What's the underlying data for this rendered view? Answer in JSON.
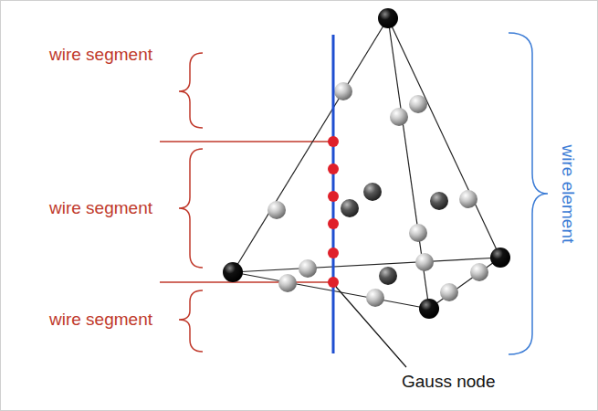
{
  "diagram": {
    "labels": [
      "wire segment",
      "wire segment",
      "wire segment",
      "wire element",
      "Gauss node"
    ]
  }
}
